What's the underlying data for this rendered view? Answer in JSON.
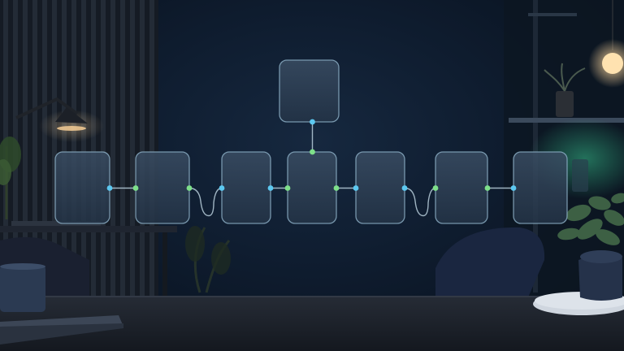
{
  "diagram": {
    "nodes": [
      {
        "id": "n1"
      },
      {
        "id": "n2"
      },
      {
        "id": "n3"
      },
      {
        "id": "n4"
      },
      {
        "id": "n5"
      },
      {
        "id": "n6"
      },
      {
        "id": "n7"
      },
      {
        "id": "n-top"
      }
    ],
    "edges": [
      {
        "from": "n1",
        "to": "n2"
      },
      {
        "from": "n2",
        "to": "n3"
      },
      {
        "from": "n3",
        "to": "n4"
      },
      {
        "from": "n4",
        "to": "n5"
      },
      {
        "from": "n5",
        "to": "n6"
      },
      {
        "from": "n6",
        "to": "n7"
      },
      {
        "from": "n-top",
        "to": "n4"
      }
    ]
  },
  "colors": {
    "node_fill": "#2a3a4e",
    "node_stroke": "#8fb2c8",
    "connector_blue": "#5cc8f0",
    "connector_green": "#7ee08a",
    "line": "#b8cfdc"
  }
}
